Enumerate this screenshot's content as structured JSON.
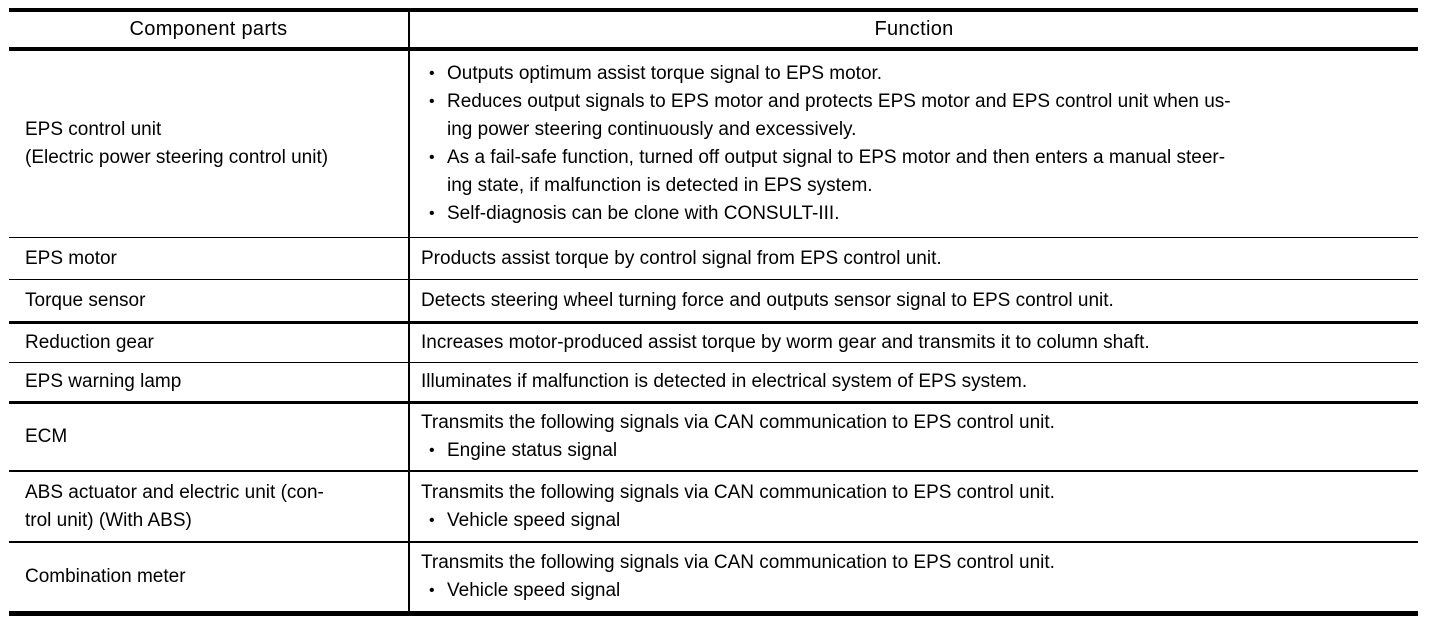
{
  "table": {
    "bullet_glyph": "•",
    "colors": {
      "text": "#000000",
      "background": "#ffffff",
      "rule": "#000000"
    },
    "header": {
      "component": "Component parts",
      "function": "Function"
    },
    "rows": [
      {
        "component_lines": [
          "EPS control unit",
          "(Electric power steering control unit)"
        ],
        "function": {
          "bullets": [
            [
              "Outputs optimum assist torque signal to EPS motor."
            ],
            [
              "Reduces output signals to EPS motor and protects EPS motor and EPS control unit when us-",
              "ing power steering continuously and excessively."
            ],
            [
              "As a fail-safe function, turned off output signal to EPS motor and then enters a manual steer-",
              "ing state, if malfunction is detected in EPS system."
            ],
            [
              "Self-diagnosis can be clone with CONSULT-III."
            ]
          ]
        }
      },
      {
        "component_lines": [
          "EPS motor"
        ],
        "function": {
          "text_lines": [
            "Products assist torque by control signal from EPS control unit."
          ]
        }
      },
      {
        "component_lines": [
          "Torque sensor"
        ],
        "function": {
          "text_lines": [
            "Detects steering wheel turning force and outputs sensor signal to EPS control unit."
          ]
        }
      },
      {
        "component_lines": [
          "Reduction gear"
        ],
        "function": {
          "text_lines": [
            "Increases motor-produced assist torque by worm gear and transmits it to column shaft."
          ]
        }
      },
      {
        "component_lines": [
          "EPS warning lamp"
        ],
        "function": {
          "text_lines": [
            "Illuminates if malfunction is detected in electrical system of EPS system."
          ]
        }
      },
      {
        "component_lines": [
          "ECM"
        ],
        "function": {
          "text_lines": [
            "Transmits the following signals via CAN communication to EPS control unit."
          ],
          "bullets": [
            [
              "Engine status signal"
            ]
          ]
        }
      },
      {
        "component_lines": [
          "ABS actuator and electric unit (con-",
          "trol unit) (With ABS)"
        ],
        "function": {
          "text_lines": [
            "Transmits the following signals via CAN communication to EPS control unit."
          ],
          "bullets": [
            [
              "Vehicle speed signal"
            ]
          ]
        }
      },
      {
        "component_lines": [
          "Combination meter"
        ],
        "function": {
          "text_lines": [
            "Transmits the following signals via CAN communication to EPS control unit."
          ],
          "bullets": [
            [
              "Vehicle speed signal"
            ]
          ]
        }
      }
    ]
  }
}
